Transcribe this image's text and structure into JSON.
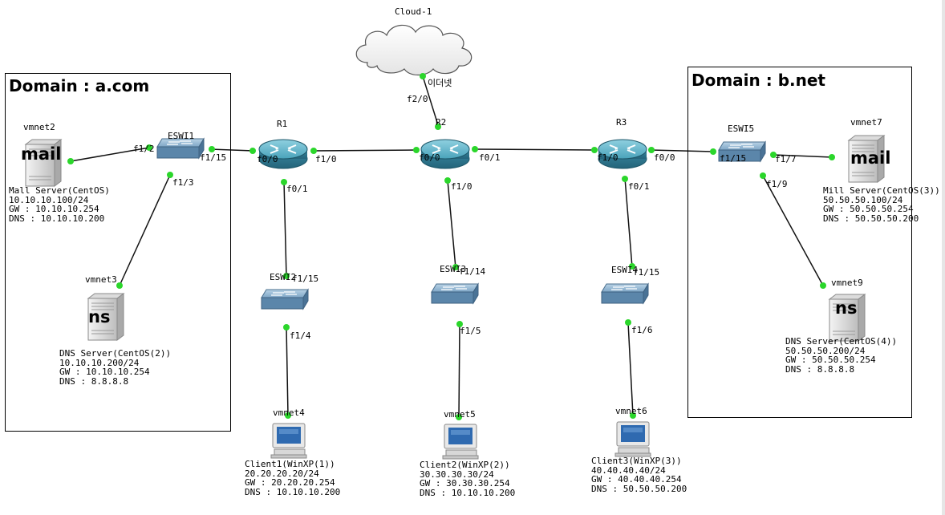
{
  "cloud": {
    "name": "Cloud-1",
    "iface_label": "이더넷"
  },
  "domains": {
    "a": {
      "title": "Domain : a.com"
    },
    "b": {
      "title": "Domain : b.net"
    }
  },
  "routers": {
    "r1": {
      "name": "R1"
    },
    "r2": {
      "name": "R2"
    },
    "r3": {
      "name": "R3"
    }
  },
  "switches": {
    "eswi1": {
      "name": "ESWI1"
    },
    "eswi2": {
      "name": "ESWI2"
    },
    "eswi3": {
      "name": "ESWI3"
    },
    "eswi4": {
      "name": "ESWI4"
    },
    "eswi5": {
      "name": "ESWI5"
    }
  },
  "servers": {
    "mail_a": {
      "vmnet": "vmnet2",
      "icon_text": "mail",
      "info": "Mall Server(CentOS)\n10.10.10.100/24\nGW : 10.10.10.254\nDNS : 10.10.10.200"
    },
    "ns_a": {
      "vmnet": "vmnet3",
      "icon_text": "ns",
      "info": "DNS Server(CentOS(2))\n10.10.10.200/24\nGW : 10.10.10.254\nDNS : 8.8.8.8"
    },
    "mail_b": {
      "vmnet": "vmnet7",
      "icon_text": "mail",
      "info": "Mill Server(CentOS(3))\n50.50.50.100/24\nGW : 50.50.50.254\nDNS : 50.50.50.200"
    },
    "ns_b": {
      "vmnet": "vmnet9",
      "icon_text": "ns",
      "info": "DNS Server(CentOS(4))\n50.50.50.200/24\nGW : 50.50.50.254\nDNS : 8.8.8.8"
    }
  },
  "clients": {
    "c1": {
      "vmnet": "vmnet4",
      "info": "Client1(WinXP(1))\n20.20.20.20/24\nGW : 20.20.20.254\nDNS : 10.10.10.200"
    },
    "c2": {
      "vmnet": "vmnet5",
      "info": "Client2(WinXP(2))\n30.30.30.30/24\nGW : 30.30.30.254\nDNS : 10.10.10.200"
    },
    "c3": {
      "vmnet": "vmnet6",
      "info": "Client3(WinXP(3))\n40.40.40.40/24\nGW : 40.40.40.254\nDNS : 50.50.50.200"
    }
  },
  "ports": {
    "mail_a_f1_2": "f1/2",
    "eswi1_f1_15": "f1/15",
    "eswi1_f1_3": "f1/3",
    "r1_f0_0": "f0/0",
    "r1_f1_0": "f1/0",
    "r1_f0_1": "f0/1",
    "r2_f2_0": "f2/0",
    "r2_f0_0": "f0/0",
    "r2_f0_1": "f0/1",
    "r2_f1_0": "f1/0",
    "r3_f1_0": "f1/0",
    "r3_f0_0": "f0/0",
    "r3_f0_1": "f0/1",
    "eswi2_f1_15": "f1/15",
    "eswi2_f1_4": "f1/4",
    "eswi3_f1_14": "f1/14",
    "eswi3_f1_5": "f1/5",
    "eswi4_f1_15": "f1/15",
    "eswi4_f1_6": "f1/6",
    "eswi5_f1_15": "f1/15",
    "eswi5_f1_7": "f1/7",
    "eswi5_f1_9": "f1/9"
  },
  "colors": {
    "link": "#111111",
    "port_dot": "#2bd62b",
    "router_body": "#3e8fa7",
    "switch_body": "#6f9cbd"
  }
}
